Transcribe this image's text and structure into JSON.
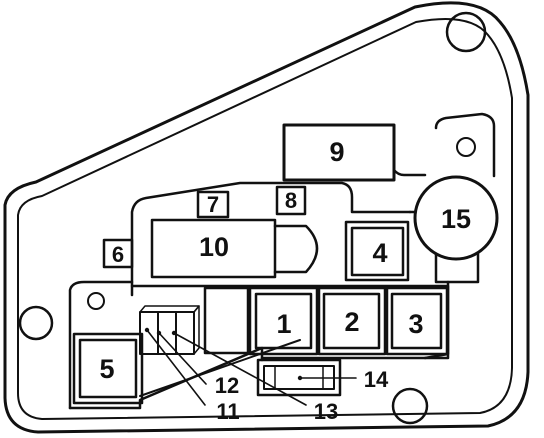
{
  "colors": {
    "line": "#111111",
    "fill_gray": "#c8c8c8",
    "background": "#ffffff"
  },
  "components": {
    "c1": "1",
    "c2": "2",
    "c3": "3",
    "c4": "4",
    "c5": "5",
    "c6": "6",
    "c7": "7",
    "c8": "8",
    "c9": "9",
    "c10": "10",
    "c11": "11",
    "c12": "12",
    "c13": "13",
    "c14": "14",
    "c15": "15"
  }
}
